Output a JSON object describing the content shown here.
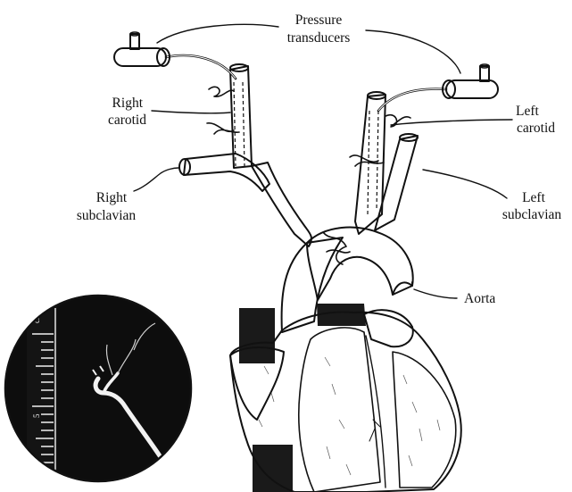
{
  "labels": {
    "pressure_line1": "Pressure",
    "pressure_line2": "transducers",
    "right_carotid_line1": "Right",
    "right_carotid_line2": "carotid",
    "left_carotid_line1": "Left",
    "left_carotid_line2": "carotid",
    "right_subclavian_line1": "Right",
    "right_subclavian_line2": "subclavian",
    "left_subclavian_line1": "Left",
    "left_subclavian_line2": "subclavian",
    "aorta": "Aorta"
  },
  "inset": {
    "scale_mark_top": "cm",
    "scale_mark_mid": "5"
  },
  "colors": {
    "ink": "#111111",
    "paper": "#ffffff",
    "inset_background": "#0d0d0d",
    "vessel_dark": "#1a1a1a"
  }
}
